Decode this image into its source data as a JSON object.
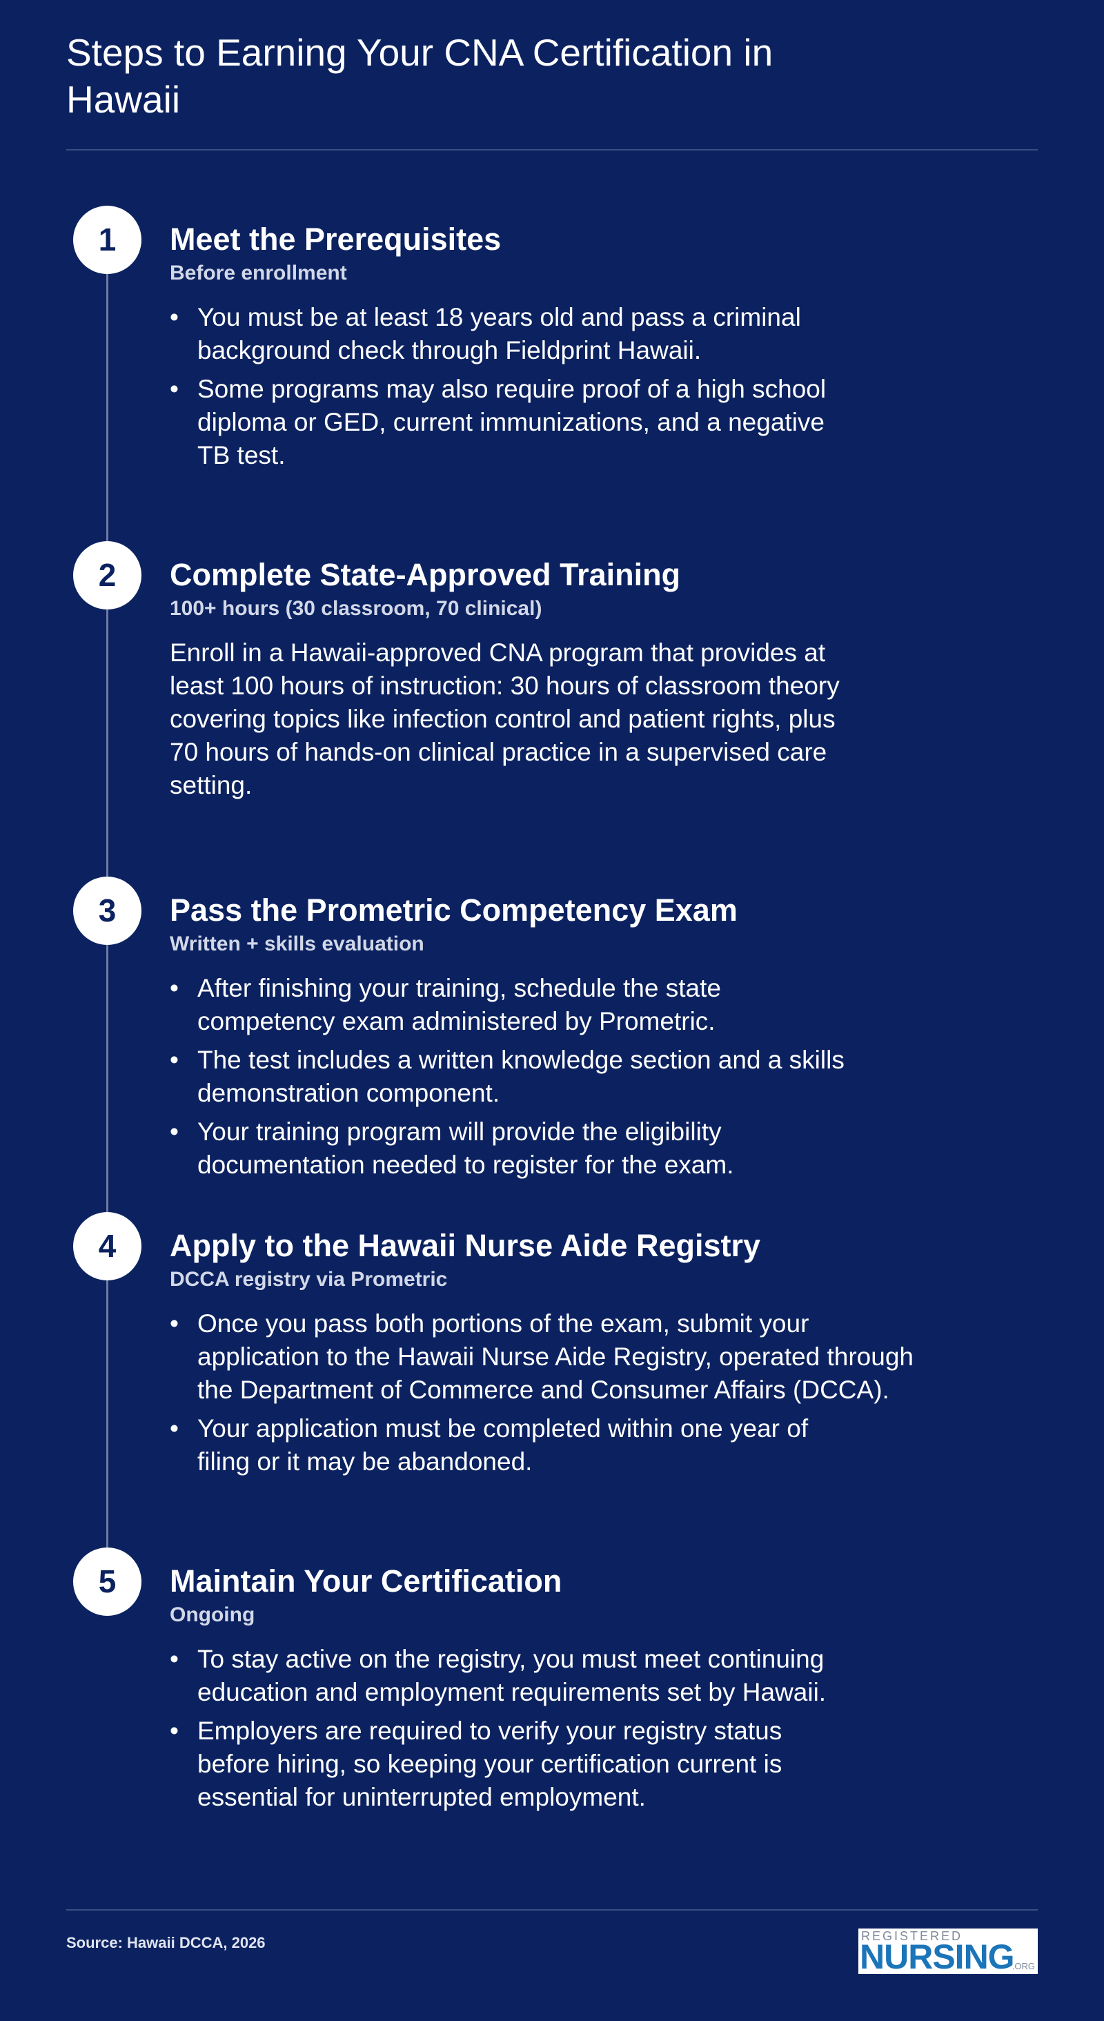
{
  "header": {
    "title": "Steps to Earning Your CNA Certification in Hawaii"
  },
  "steps": [
    {
      "number": "1",
      "title": "Meet the Prerequisites",
      "subtitle": "Before enrollment",
      "bullets": [
        "You must be at least 18 years old and pass a criminal background check through Fieldprint Hawaii.",
        "Some programs may also require proof of a high school diploma or GED, current immunizations, and a negative TB test."
      ]
    },
    {
      "number": "2",
      "title": "Complete State-Approved Training",
      "subtitle": "100+ hours (30 classroom, 70 clinical)",
      "paragraph": "Enroll in a Hawaii-approved CNA program that provides at least 100 hours of instruction: 30 hours of classroom theory covering topics like infection control and patient rights, plus 70 hours of hands-on clinical practice in a supervised care setting."
    },
    {
      "number": "3",
      "title": "Pass the Prometric Competency Exam",
      "subtitle": "Written + skills evaluation",
      "bullets": [
        "After finishing your training, schedule the state competency exam administered by Prometric.",
        "The test includes a written knowledge section and a skills demonstration component.",
        "Your training program will provide the eligibility documentation needed to register for the exam."
      ]
    },
    {
      "number": "4",
      "title": "Apply to the Hawaii Nurse Aide Registry",
      "subtitle": "DCCA registry via Prometric",
      "bullets": [
        "Once you pass both portions of the exam, submit your application to the Hawaii Nurse Aide Registry, operated through the Department of Commerce and Consumer Affairs (DCCA).",
        "Your application must be completed within one year of filing or it may be abandoned."
      ]
    },
    {
      "number": "5",
      "title": "Maintain Your Certification",
      "subtitle": "Ongoing",
      "bullets": [
        "To stay active on the registry, you must meet continuing education and employment requirements set by Hawaii.",
        "Employers are required to verify your registry status before hiring, so keeping your certification current is essential for uninterrupted employment."
      ]
    }
  ],
  "footer": {
    "source": "Source: Hawaii DCCA, 2026",
    "logo": {
      "top": "REGISTERED",
      "main": "NURSING",
      "suffix": ".ORG"
    }
  },
  "bullet_glyph": "•"
}
